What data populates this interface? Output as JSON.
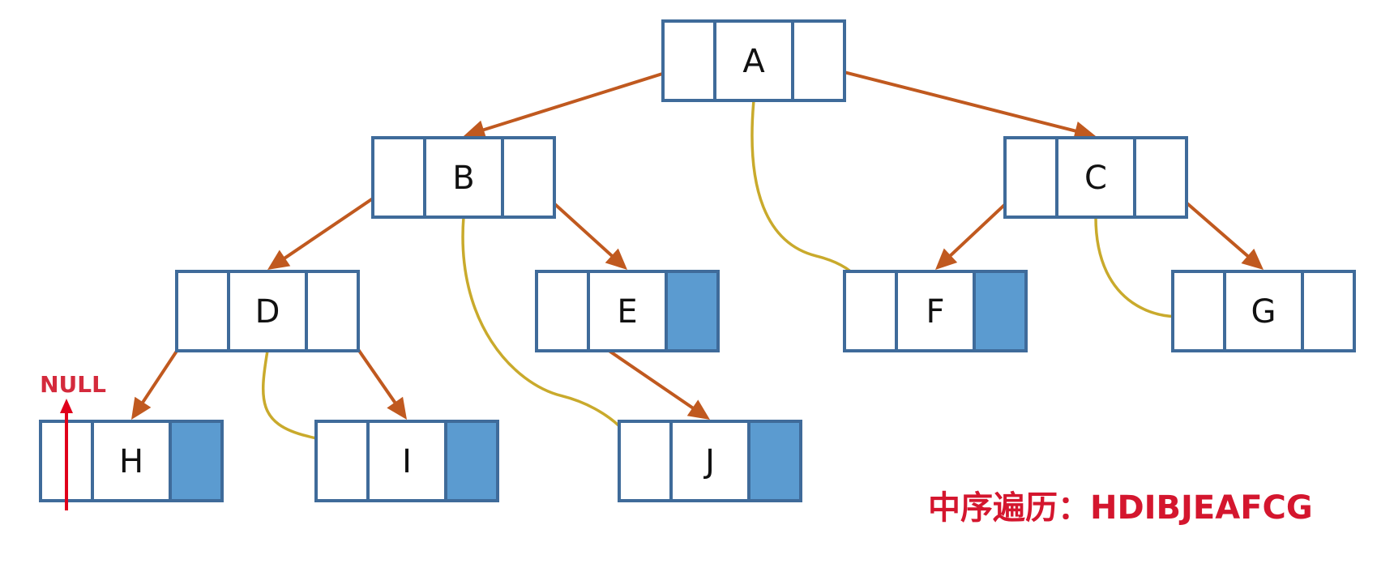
{
  "diagram": {
    "title": "",
    "colors": {
      "node_border": "#3f6b9a",
      "node_fill": "#ffffff",
      "empty_thread_fill": "#5b9bd0",
      "child_arrow": "#c0591f",
      "thread_line": "#c9aa2c",
      "null_marker": "#e0001b",
      "caption_text": "#d4162e"
    },
    "nodes": [
      {
        "id": "A",
        "label": "A",
        "right_filled": false
      },
      {
        "id": "B",
        "label": "B",
        "right_filled": false
      },
      {
        "id": "C",
        "label": "C",
        "right_filled": false
      },
      {
        "id": "D",
        "label": "D",
        "right_filled": false
      },
      {
        "id": "E",
        "label": "E",
        "right_filled": true
      },
      {
        "id": "F",
        "label": "F",
        "right_filled": true
      },
      {
        "id": "G",
        "label": "G",
        "right_filled": false
      },
      {
        "id": "H",
        "label": "H",
        "right_filled": true
      },
      {
        "id": "I",
        "label": "I",
        "right_filled": true
      },
      {
        "id": "J",
        "label": "J",
        "right_filled": true
      }
    ],
    "child_links": [
      {
        "from": "A",
        "to": "B",
        "side": "left"
      },
      {
        "from": "A",
        "to": "C",
        "side": "right"
      },
      {
        "from": "B",
        "to": "D",
        "side": "left"
      },
      {
        "from": "B",
        "to": "E",
        "side": "right"
      },
      {
        "from": "C",
        "to": "F",
        "side": "left"
      },
      {
        "from": "C",
        "to": "G",
        "side": "right"
      },
      {
        "from": "D",
        "to": "H",
        "side": "left"
      },
      {
        "from": "D",
        "to": "I",
        "side": "right"
      },
      {
        "from": "E",
        "to": "J",
        "side": "left"
      }
    ],
    "thread_links": [
      {
        "from": "A",
        "to": "F"
      },
      {
        "from": "B",
        "to": "J"
      },
      {
        "from": "C",
        "to": "G"
      },
      {
        "from": "D",
        "to": "I"
      }
    ],
    "null_marker": {
      "node": "H",
      "label": "NULL"
    },
    "caption": "中序遍历：HDIBJEAFCG"
  }
}
